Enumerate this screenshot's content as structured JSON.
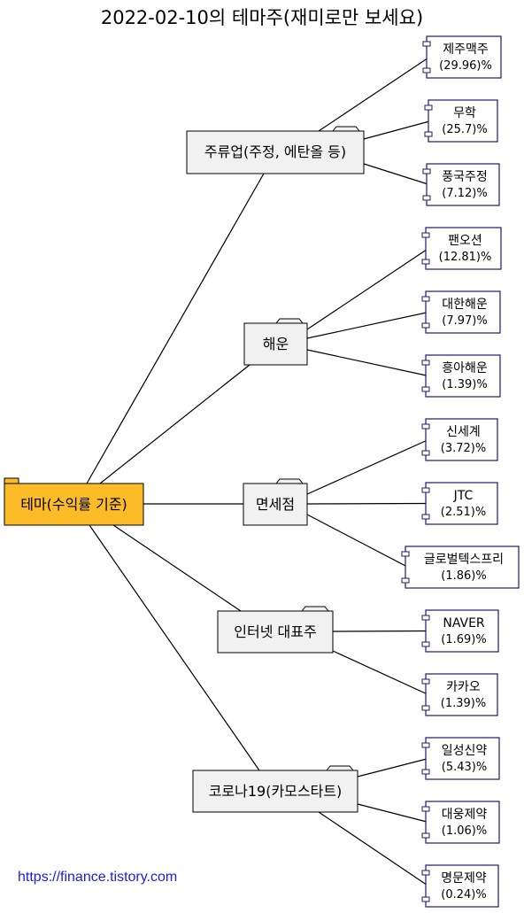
{
  "title": "2022-02-10의 테마주(재미로만 보세요)",
  "root": {
    "label": "테마(수익률 기준)"
  },
  "themes": [
    {
      "label": "주류업(주정, 에탄올 등)",
      "stocks": [
        {
          "name": "제주맥주",
          "pct": "(29.96)%"
        },
        {
          "name": "무학",
          "pct": "(25.7)%"
        },
        {
          "name": "풍국주정",
          "pct": "(7.12)%"
        }
      ]
    },
    {
      "label": "해운",
      "stocks": [
        {
          "name": "팬오션",
          "pct": "(12.81)%"
        },
        {
          "name": "대한해운",
          "pct": "(7.97)%"
        },
        {
          "name": "흥아해운",
          "pct": "(1.39)%"
        }
      ]
    },
    {
      "label": "면세점",
      "stocks": [
        {
          "name": "신세계",
          "pct": "(3.72)%"
        },
        {
          "name": "JTC",
          "pct": "(2.51)%"
        },
        {
          "name": "글로벌텍스프리",
          "pct": "(1.86)%"
        }
      ]
    },
    {
      "label": "인터넷 대표주",
      "stocks": [
        {
          "name": "NAVER",
          "pct": "(1.69)%"
        },
        {
          "name": "카카오",
          "pct": "(1.39)%"
        }
      ]
    },
    {
      "label": "코로나19(카모스타트)",
      "stocks": [
        {
          "name": "일성신약",
          "pct": "(5.43)%"
        },
        {
          "name": "대웅제약",
          "pct": "(1.06)%"
        },
        {
          "name": "명문제약",
          "pct": "(0.24)%"
        }
      ]
    }
  ],
  "footer": "https://finance.tistory.com",
  "colors": {
    "root_fill": "#fbbc27",
    "theme_fill": "#f1f1f1",
    "stock_border": "#1a1a6e",
    "link": "#1c1ce6"
  }
}
